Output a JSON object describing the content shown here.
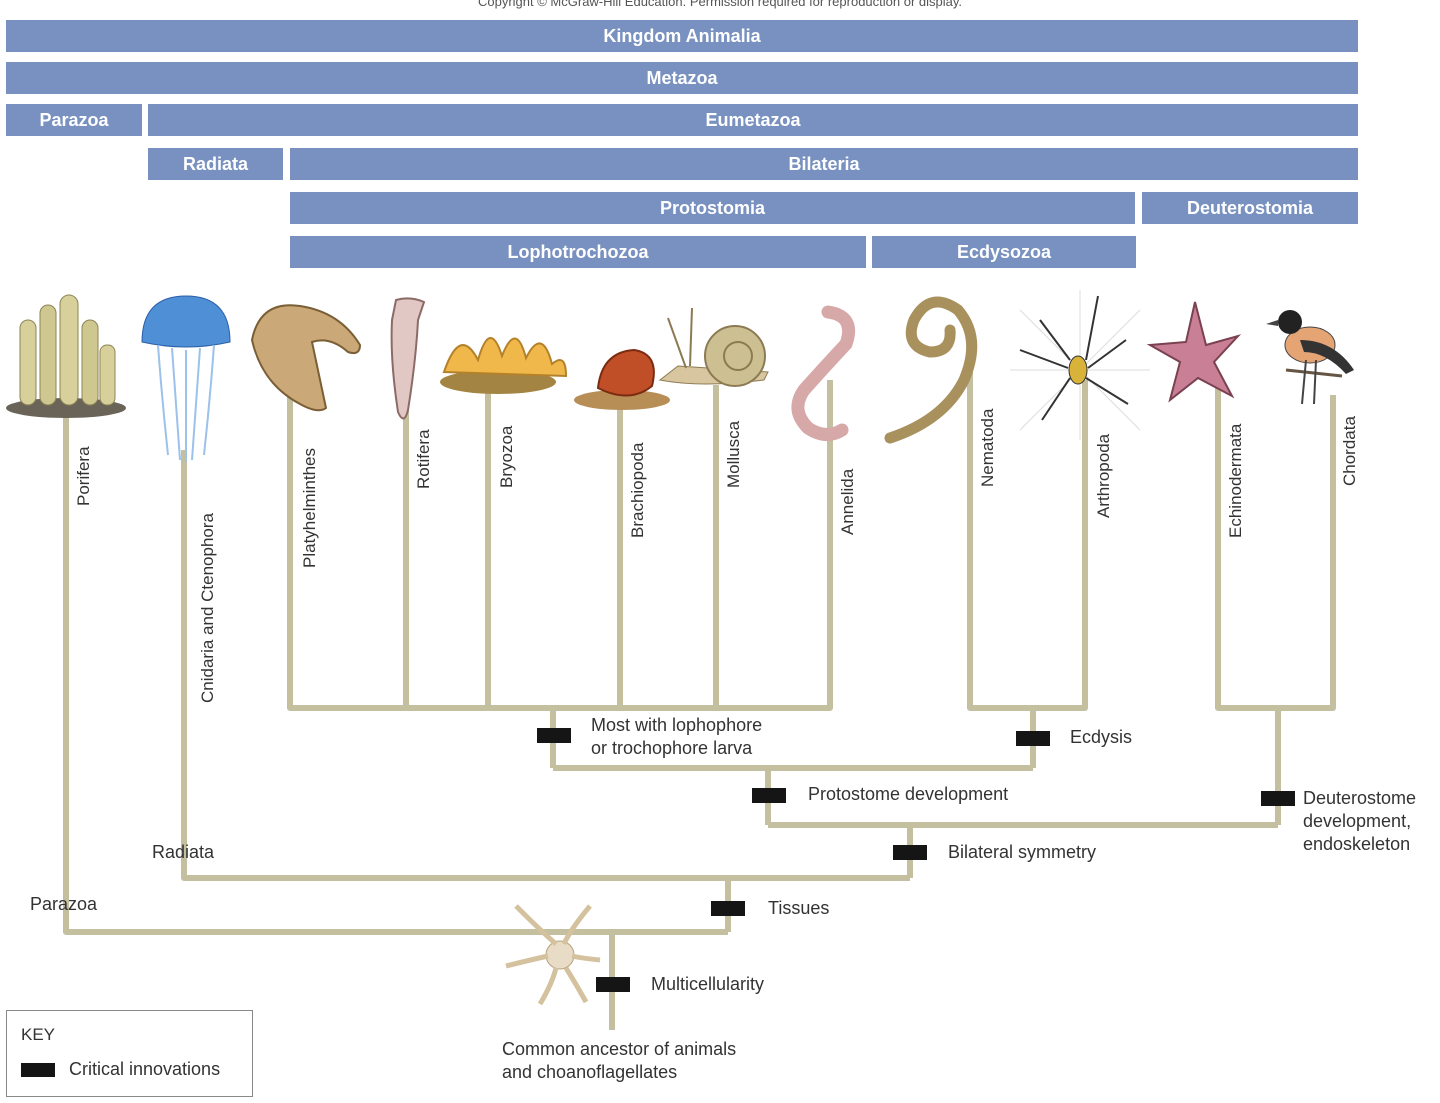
{
  "copyright": "Copyright © McGraw-Hill Education. Permission required for reproduction or display.",
  "groups": {
    "kingdom": "Kingdom Animalia",
    "metazoa": "Metazoa",
    "parazoa": "Parazoa",
    "eumetazoa": "Eumetazoa",
    "radiata": "Radiata",
    "bilateria": "Bilateria",
    "protostomia": "Protostomia",
    "deuterostomia": "Deuterostomia",
    "lophotrochozoa": "Lophotrochozoa",
    "ecdysozoa": "Ecdysozoa"
  },
  "taxa": {
    "porifera": "Porifera",
    "cnidaria": "Cnidaria and Ctenophora",
    "platyhelminthes": "Platyhelminthes",
    "rotifera": "Rotifera",
    "bryozoa": "Bryozoa",
    "brachiopoda": "Brachiopoda",
    "mollusca": "Mollusca",
    "annelida": "Annelida",
    "nematoda": "Nematoda",
    "arthropoda": "Arthropoda",
    "echinodermata": "Echinodermata",
    "chordata": "Chordata"
  },
  "innovations": {
    "lophophore_1": "Most with lophophore",
    "lophophore_2": "or trochophore larva",
    "ecdysis": "Ecdysis",
    "protostome": "Protostome development",
    "deutero_1": "Deuterostome",
    "deutero_2": "development,",
    "deutero_3": "endoskeleton",
    "bilateral": "Bilateral symmetry",
    "tissues": "Tissues",
    "multicellularity": "Multicellularity"
  },
  "branch_labels": {
    "radiata": "Radiata",
    "parazoa": "Parazoa"
  },
  "ancestor": {
    "line1": "Common ancestor of animals",
    "line2": "and choanoflagellates"
  },
  "key": {
    "title": "KEY",
    "label": "Critical innovations"
  },
  "colors": {
    "bar": "#7891c0",
    "branch": "#c4bf9e",
    "innovation": "#151515"
  }
}
